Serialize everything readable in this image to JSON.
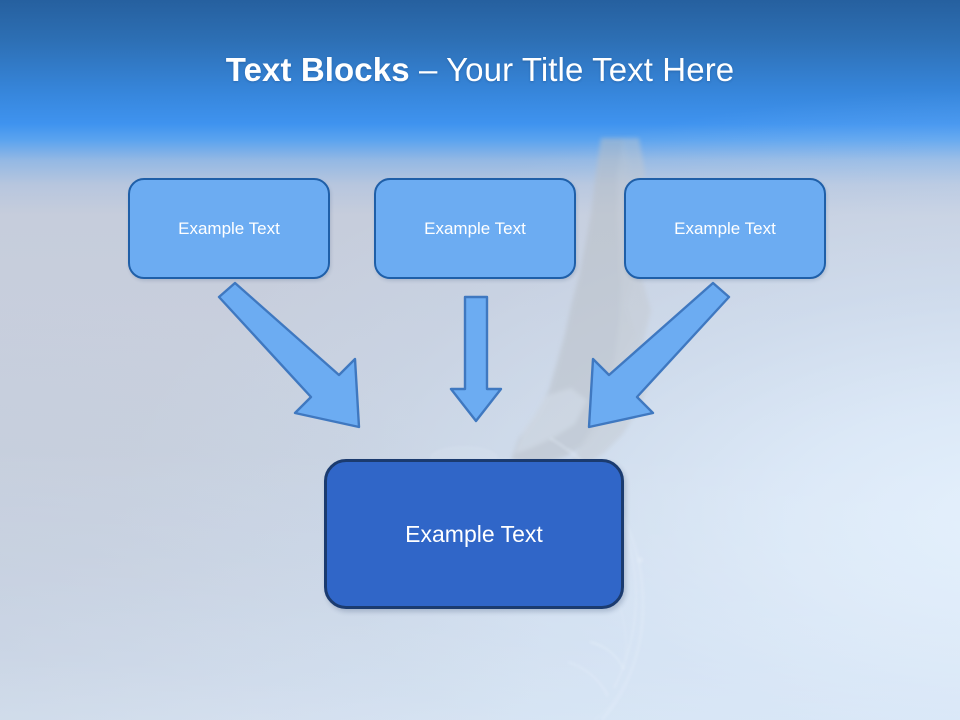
{
  "slide": {
    "title": {
      "strong": "Text Blocks ",
      "separator": "– ",
      "rest": "Your Title Text Here"
    }
  },
  "diagram": {
    "type": "convergence-flow",
    "top_nodes": [
      {
        "label": "Example Text"
      },
      {
        "label": "Example Text"
      },
      {
        "label": "Example Text"
      }
    ],
    "bottom_node": {
      "label": "Example Text"
    },
    "arrows": [
      {
        "name": "arrow-left",
        "direction": "down-right",
        "from_node": 0,
        "to_node": "bottom"
      },
      {
        "name": "arrow-middle",
        "direction": "down",
        "from_node": 1,
        "to_node": "bottom"
      },
      {
        "name": "arrow-right",
        "direction": "down-left",
        "from_node": 2,
        "to_node": "bottom"
      }
    ]
  },
  "colors": {
    "sky_top": "#26609f",
    "sky_bright": "#3f93ef",
    "background_haze": "#d6e7fa",
    "node_top_fill": "#6cacf2",
    "node_top_border": "#1f5fa8",
    "node_bottom_fill": "#3066c8",
    "node_bottom_border": "#1b3b6f",
    "arrow_fill": "#6cacf2",
    "arrow_border": "#3f78c0",
    "text": "#ffffff"
  }
}
